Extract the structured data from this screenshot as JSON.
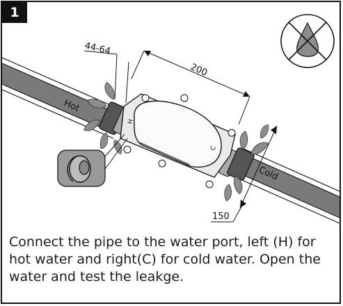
{
  "step": {
    "number": "1"
  },
  "illustration": {
    "labels": {
      "hot": "Hot",
      "cold": "Cold",
      "dim_small": "44-64",
      "dim_length": "200",
      "dim_depth": "150"
    },
    "icons": {
      "no_water": "no-water-drop-icon",
      "tape": "sealing-tape-icon"
    }
  },
  "instruction": {
    "text": "Connect the pipe to the water port, left (H) for hot water and right(C) for cold water. Open the water and test the leakge."
  },
  "colors": {
    "pipe": "#7a7a7a",
    "pipe_edge": "#1a1a1a",
    "water": "#8d8d8d",
    "valve_body": "#f4f4f4",
    "badge": "#111111"
  }
}
